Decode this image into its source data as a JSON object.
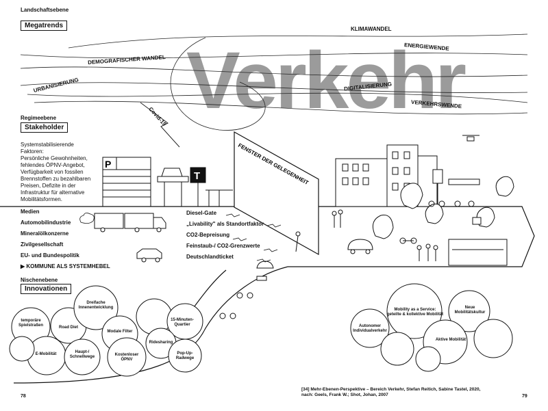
{
  "title": "Verkehr",
  "colors": {
    "title_gray": "#9b9b9b",
    "ink": "#111111",
    "bg": "#ffffff"
  },
  "landscape": {
    "level_label": "Landschaftsebene",
    "box_label": "Megatrends",
    "trends": [
      "KLIMAWANDEL",
      "ENERGIEWENDE",
      "DEMOGRAFISCHER WANDEL",
      "URBANISIERUNG",
      "DIGITALISIERUNG",
      "VERKEHRSWENDE",
      "Covid-19"
    ]
  },
  "regime": {
    "level_label": "Regimeebene",
    "box_label": "Stakeholder",
    "factors_title": "Systemstabilisierende\nFaktoren:",
    "factors_text": "Persönliche Gewohnheiten,\nfehlendes ÖPNV-Angebot,\nVerfügbarkeit von fossilen\nBrennstoffen zu bezahlbaren\nPreisen, Defizite in der\nInfrastruktur für alternative\nMobilitätsformen.",
    "stakeholders": [
      "Medien",
      "Automobilindustrie",
      "Mineralölkonzerne",
      "Zivilgesellschaft",
      "EU- und Bundespolitik"
    ],
    "highlight": "KOMMUNE ALS SYSTEMHEBEL",
    "measures": [
      "Diesel-Gate",
      "„Livability\" als Standortfaktor",
      "CO2-Bepreisung",
      "Feinstaub-/ CO2-Grenzwerte",
      "Deutschlandticket"
    ],
    "window_label": "FENSTER DER GELEGENHEIT",
    "sign_parking": "P",
    "sign_transit": "T"
  },
  "niche": {
    "level_label": "Nischenebene",
    "box_label": "Innovationen",
    "left_bubbles": [
      "temporäre\nSpielstraßen",
      "Road Diet",
      "Dreifache\nInnenentwicklung",
      "Modale Filter",
      "15-Minuten-\nQuartier",
      "E-Mobilität",
      "Haupt-/\nSchnellwege",
      "Kostenloser\nÖPNV",
      "Ridesharing",
      "Pop-Up-\nRadwege"
    ],
    "right_bubbles": [
      "Mobility as a Service:\ngeteilte & kollektive Mobilität",
      "Neue\nMobilitätskultur",
      "Autonomer\nIndividualverkehr",
      "Aktive Mobilität"
    ]
  },
  "footer": {
    "page_left": "78",
    "page_right": "79",
    "caption": "[34]  Mehr-Ebenen-Perspektive – Bereich Verkehr, Stefan Reitich, Sabine Tastel, 2020,\nnach: Geels, Frank W.; Shot, Johan, 2007"
  }
}
